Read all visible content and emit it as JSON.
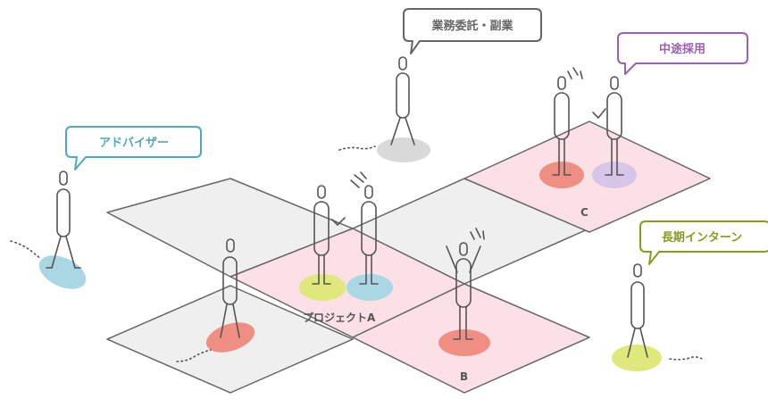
{
  "labels": {
    "freelance": "業務委託・副業",
    "midcareer": "中途採用",
    "advisor": "アドバイザー",
    "intern": "長期インターン"
  },
  "tiles": {
    "project_a": "プロジェクトA",
    "b": "B",
    "c": "C"
  },
  "colors": {
    "grey_tile": "#efefef",
    "pink_tile": "#fbe1e6",
    "tile_stroke": "#666666",
    "figure_stroke": "#555555",
    "advisor": "#4fa8bd",
    "midcareer": "#9b5fb5",
    "intern": "#8a9a1e",
    "freelance": "#666666",
    "spot_red": "#ef8f84",
    "spot_blue": "#a9d7e4",
    "spot_lime": "#dfe87a",
    "spot_purple": "#d8c6ea",
    "spot_grey": "#d9d9d9"
  }
}
